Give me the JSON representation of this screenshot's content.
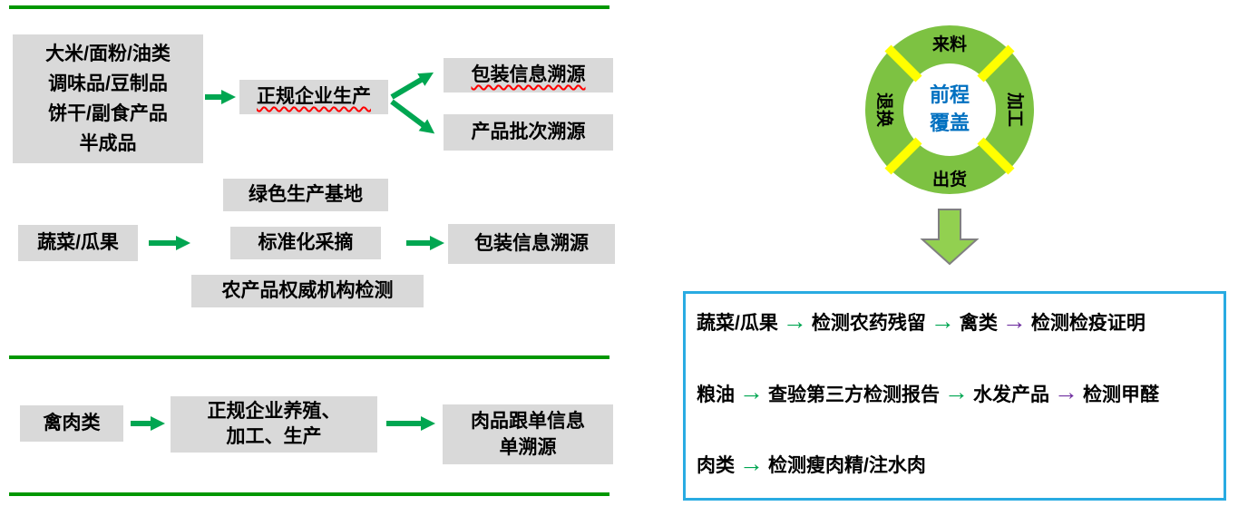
{
  "colors": {
    "box_gray": "#D9D9D9",
    "divider_green": "#009700",
    "arrow_green": "#00A651",
    "donut_green": "#7DC242",
    "separator_yellow": "#FFFF00",
    "center_text_blue": "#0070C0",
    "panel_border_blue": "#29ABE2",
    "arrow_purple": "#7030A0",
    "spellcheck_underline_red": "#FF0000"
  },
  "glyphs": {
    "arrow": "→"
  },
  "left": {
    "flow1": {
      "source": "大米/面粉/油类\n调味品/豆制品\n饼干/副食产品\n半成品",
      "process": "正规企业生产",
      "output_top": "包装信息溯源",
      "output_bottom": "产品批次溯源"
    },
    "flow2": {
      "source": "蔬菜/瓜果",
      "step1": "绿色生产基地",
      "step2": "标准化采摘",
      "step3": "农产品权威机构检测",
      "output": "包装信息溯源"
    },
    "flow3": {
      "source": "禽肉类",
      "process": "正规企业养殖、\n加工、生产",
      "output": "肉品跟单信息\n单溯源"
    }
  },
  "right": {
    "donut": {
      "top": "来料",
      "right": "加工",
      "bottom": "出货",
      "left": "退换",
      "center": "前程\n覆盖"
    },
    "checks": {
      "line1": {
        "t1": "蔬菜/瓜果",
        "t2": "检测农药残留",
        "t3": "禽类",
        "t4": "检测检疫证明"
      },
      "line2": {
        "t1": "粮油",
        "t2": "查验第三方检测报告",
        "t3": "水发产品",
        "t4": "检测甲醛"
      },
      "line3": {
        "t1": "肉类",
        "t2": "检测瘦肉精/注水肉"
      }
    }
  }
}
